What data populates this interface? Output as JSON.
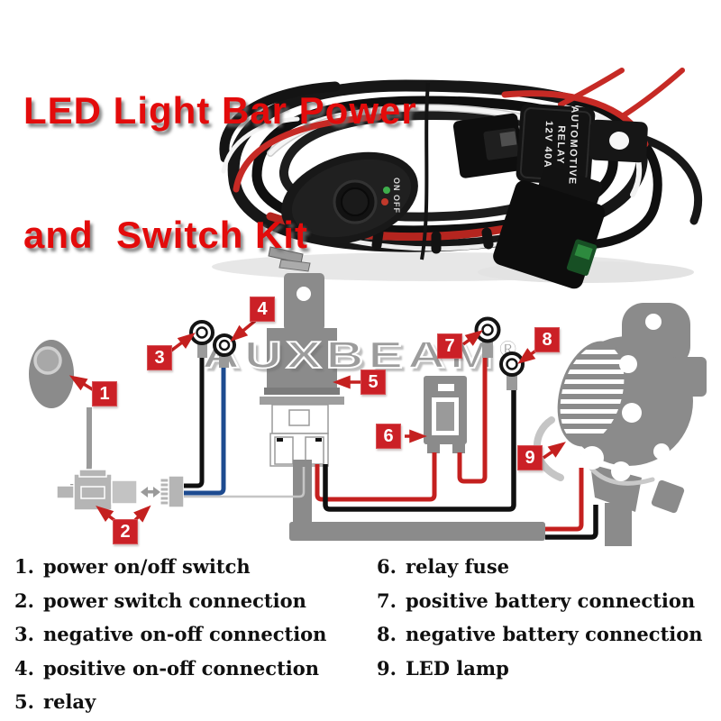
{
  "title": {
    "line1": "LED Light Bar Power",
    "line2": "and  Switch Kit"
  },
  "photo": {
    "relay_line1": "AUTOMOTIVE",
    "relay_line2": "RELAY",
    "relay_line3": "12V 40A",
    "switch_label": "ON OFF"
  },
  "watermark": {
    "brand": "AUXBEAM",
    "registered": "®"
  },
  "callouts": {
    "c1": "1",
    "c2": "2",
    "c3": "3",
    "c4": "4",
    "c5": "5",
    "c6": "6",
    "c7": "7",
    "c8": "8",
    "c9": "9"
  },
  "legend": {
    "left": [
      {
        "num": "1.",
        "label": "power on/off switch"
      },
      {
        "num": "2.",
        "label": "power switch connection"
      },
      {
        "num": "3.",
        "label": "negative on-off connection"
      },
      {
        "num": "4.",
        "label": "positive on-off connection"
      },
      {
        "num": "5.",
        "label": "relay"
      }
    ],
    "right": [
      {
        "num": "6.",
        "label": "relay fuse"
      },
      {
        "num": "7.",
        "label": "positive battery connection"
      },
      {
        "num": "8.",
        "label": "negative battery connection"
      },
      {
        "num": "9.",
        "label": "LED lamp"
      }
    ]
  },
  "colors": {
    "title_red": "#e30b0b",
    "callout_red": "#cb2026",
    "wire_red": "#c4201f",
    "wire_blue": "#1d4b90",
    "component_gray": "#8b8b8b",
    "watermark_gray": "#9c9c9c"
  }
}
